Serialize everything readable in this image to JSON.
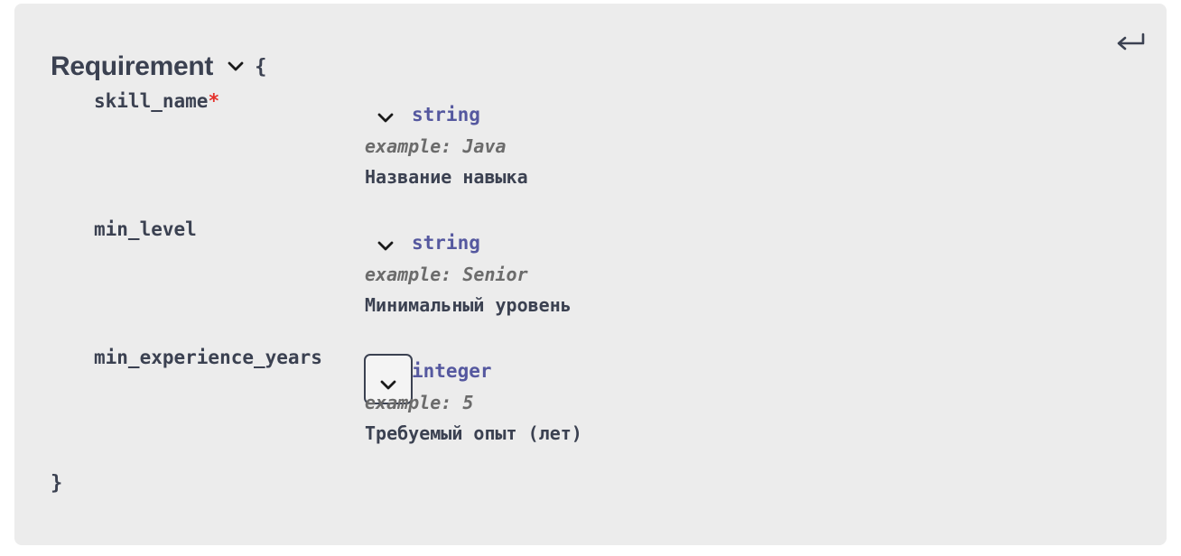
{
  "model": {
    "title": "Requirement",
    "open_brace": "{",
    "close_brace": "}"
  },
  "properties": [
    {
      "name": "skill_name",
      "required_mark": "*",
      "type": "string",
      "example": "example: Java",
      "description": "Название навыка"
    },
    {
      "name": "min_level",
      "required_mark": "",
      "type": "string",
      "example": "example: Senior",
      "description": "Минимальный уровень"
    },
    {
      "name": "min_experience_years",
      "required_mark": "",
      "type": "integer",
      "example": "example: 5",
      "description": "Требуемый опыт (лет)"
    }
  ],
  "icons": {
    "return": "return-arrow-icon",
    "toggle": "chevron-down-icon"
  },
  "colors": {
    "panel_background": "#ececec",
    "text": "#3b4151",
    "type": "#55589f",
    "example": "#6b6b6b",
    "required": "#e5302a"
  }
}
